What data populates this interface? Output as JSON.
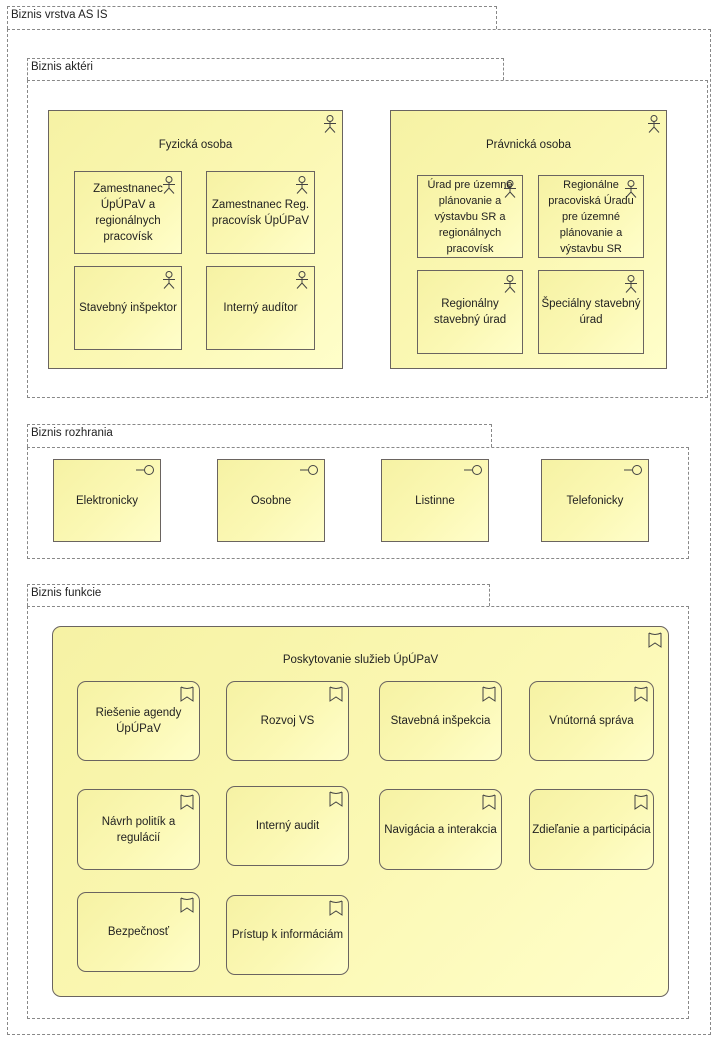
{
  "outer": {
    "label": "Biznis vrstva AS IS"
  },
  "actors_group": {
    "label": "Biznis aktéri",
    "fyzicka": {
      "label": "Fyzická osoba",
      "items": [
        "Zamestnanec ÚpÚPaV a regionálnych pracovísk",
        "Zamestnanec Reg. pracovísk ÚpÚPaV",
        "Stavebný inšpektor",
        "Interný audítor"
      ]
    },
    "pravnicka": {
      "label": "Právnická osoba",
      "items": [
        "Úrad pre územné plánovanie a výstavbu SR a regionálnych pracovísk",
        "Regionálne pracoviská Úradu pre územné plánovanie a výstavbu SR",
        "Regionálny stavebný úrad",
        "Špeciálny stavebný úrad"
      ]
    }
  },
  "interfaces_group": {
    "label": "Biznis rozhrania",
    "items": [
      "Elektronicky",
      "Osobne",
      "Listinne",
      "Telefonicky"
    ]
  },
  "functions_group": {
    "label": "Biznis funkcie",
    "main": {
      "label": "Poskytovanie služieb ÚpÚPaV",
      "items": [
        "Riešenie agendy ÚpÚPaV",
        "Rozvoj VS",
        "Stavebná inšpekcia",
        "Vnútorná správa",
        "Návrh politík a regulácií",
        "Interný audit",
        "Navigácia a interakcia",
        "Zdieľanie a participácia",
        "Bezpečnosť",
        "Prístup k informáciám"
      ]
    }
  },
  "colors": {
    "element_fill": "#f8f5aa",
    "element_border": "#6a6460",
    "group_border": "#888888"
  },
  "icons": {
    "actor": "actor-icon",
    "interface": "interface-icon",
    "function": "function-icon"
  }
}
